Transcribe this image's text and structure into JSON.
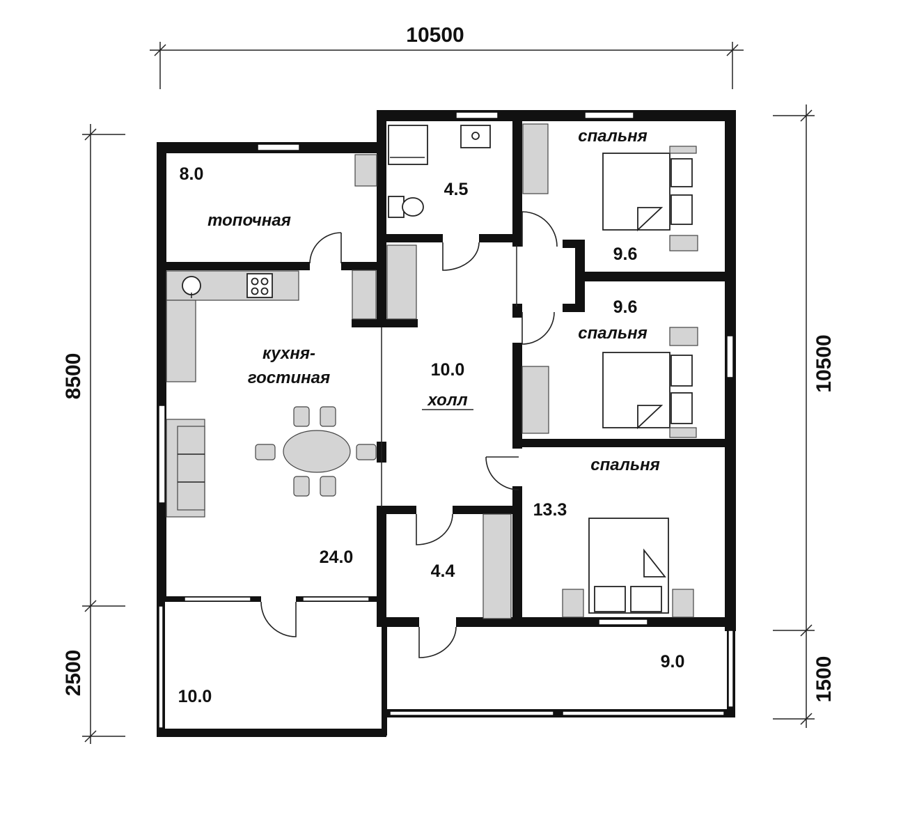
{
  "dimensions": {
    "top": "10500",
    "left_upper": "8500",
    "left_lower": "2500",
    "right_upper": "10500",
    "right_lower": "1500"
  },
  "rooms": {
    "boiler": {
      "name": "топочная",
      "area": "8.0"
    },
    "bathroom": {
      "area": "4.5"
    },
    "bedroom1": {
      "name": "спальня",
      "area": "9.6"
    },
    "bedroom2": {
      "name": "спальня",
      "area": "9.6"
    },
    "kitchen": {
      "name_line1": "кухня-",
      "name_line2": "гостиная",
      "area": "24.0"
    },
    "hall": {
      "name": "холл",
      "area": "10.0"
    },
    "bedroom3": {
      "name": "спальня",
      "area": "13.3"
    },
    "storage": {
      "area": "4.4"
    },
    "terrace_left": {
      "area": "10.0"
    },
    "terrace_right": {
      "area": "9.0"
    }
  }
}
